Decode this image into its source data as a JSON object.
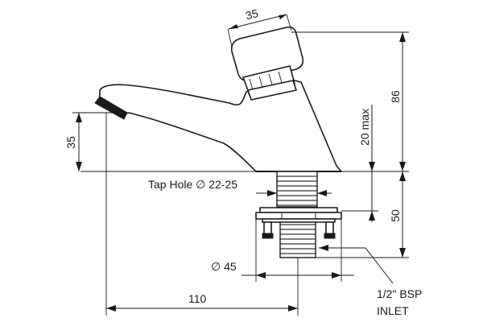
{
  "dimensions": {
    "button_width": "35",
    "overall_height": "86",
    "spout_height": "35",
    "max_thickness": "20 max",
    "shank_length": "50",
    "tap_hole": "Tap Hole ∅ 22-25",
    "washer_diameter": "∅ 45",
    "spout_reach": "110"
  },
  "inlet": {
    "line1": "1/2\" BSP",
    "line2": "INLET"
  }
}
